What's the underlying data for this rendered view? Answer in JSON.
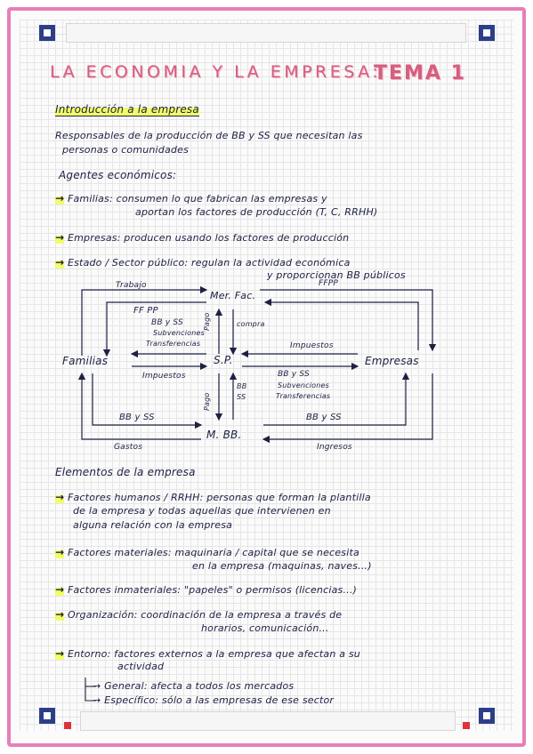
{
  "title": {
    "left": "LA ECONOMIA Y LA EMPRESA:",
    "right": "TEMA 1"
  },
  "intro": {
    "heading": "Introducción a la empresa",
    "line1": "Responsables de la producción de BB y SS que necesitan las",
    "line2": "personas o comunidades"
  },
  "agents": {
    "heading": "Agentes económicos:",
    "familias_1": "Familias: consumen lo que fabrican las empresas y",
    "familias_2": "aportan los factores de producción (T, C, RRHH)",
    "empresas": "Empresas: producen usando los factores de producción",
    "estado_1": "Estado / Sector público: regulan la actividad económica",
    "estado_2": "y proporcionan BB públicos"
  },
  "diagram": {
    "familias": "Familias",
    "mer_fac": "Mer. Fac.",
    "sp": "S.P.",
    "empresas": "Empresas",
    "hbb": "M. BB.",
    "trabajo": "Trabajo",
    "ffpp_top": "FFPP",
    "ffpp_left": "FF PP",
    "bb_ss_1": "BB y SS",
    "subvenciones_1": "Subvenciones",
    "transferencias_1": "Transferencias",
    "pago_1": "Pago",
    "compra": "compra",
    "impuestos_right": "Impuestos",
    "impuestos_left": "Impuestos",
    "bb_ss_2": "BB y SS",
    "subvenciones_2": "Subvenciones",
    "transferencias_2": "Transferencias",
    "bb_v": "BB",
    "ss_v": "SS",
    "pago_2": "Pago",
    "bbss_left": "BB y SS",
    "bbss_right": "BB y SS",
    "gastos": "Gastos",
    "ingresos": "Ingresos"
  },
  "elements": {
    "heading": "Elementos de la empresa",
    "humanos_1": "Factores humanos / RRHH: personas que forman la plantilla",
    "humanos_2": "de la empresa y todas aquellas que intervienen en",
    "humanos_3": "alguna relación con la empresa",
    "materiales_1": "Factores materiales: maquinaria / capital que se necesita",
    "materiales_2": "en la empresa (maquinas, naves...)",
    "inmateriales": "Factores inmateriales: \"papeles\" o permisos (licencias...)",
    "organizacion_1": "Organización: coordinación de la empresa a través de",
    "organizacion_2": "horarios, comunicación...",
    "entorno_1": "Entorno: factores externos a la empresa que afectan a su",
    "entorno_2": "actividad",
    "general": "General: afecta a todos los mercados",
    "especifico": "Específico: sólo a las empresas de ese sector"
  },
  "colors": {
    "frame": "#e77fb8",
    "ink": "#1d2044",
    "title_ink": "#e0607f",
    "highlight": "#f2ff50",
    "corner": "#2c3f86",
    "marker": "#e0303a"
  }
}
